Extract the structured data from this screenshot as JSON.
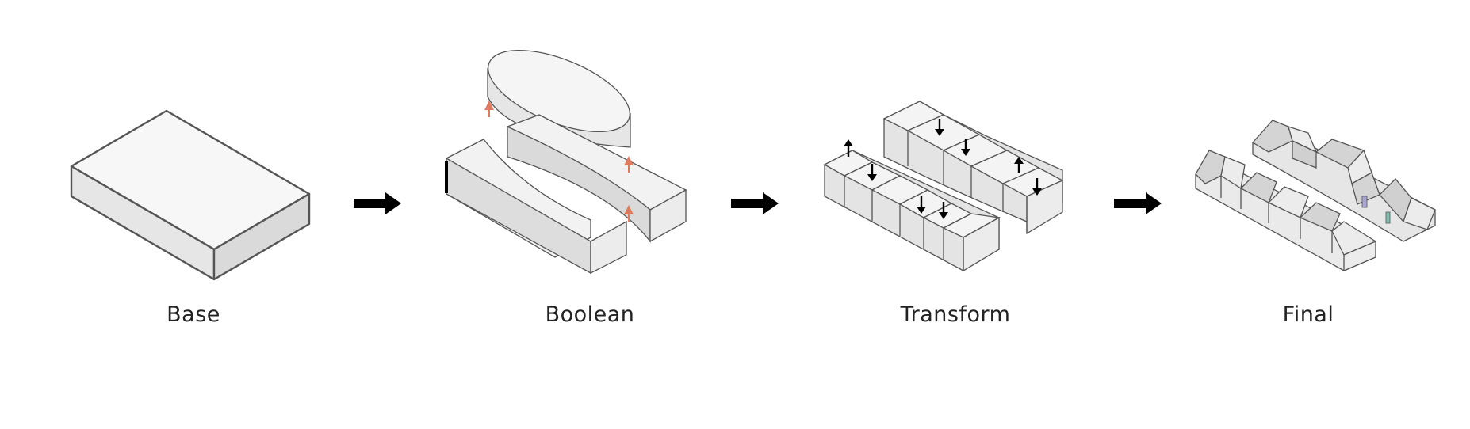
{
  "stages": [
    {
      "label": "Base"
    },
    {
      "label": "Boolean"
    },
    {
      "label": "Transform"
    },
    {
      "label": "Final"
    }
  ],
  "icons": {
    "step_arrow": "right-arrow-icon",
    "lift_arrow": "up-arrow-icon",
    "raise_arrow": "up-arrow-icon",
    "lower_arrow": "down-arrow-icon"
  },
  "colors": {
    "block_top": "#f7f7f7",
    "block_side": "#dadada",
    "edge": "#555555",
    "lift_arrow": "#e07a5f",
    "step_arrow": "#000000",
    "accent_purple": "#a9a6d6",
    "accent_teal": "#7fbfb0",
    "label_text": "#222222"
  }
}
